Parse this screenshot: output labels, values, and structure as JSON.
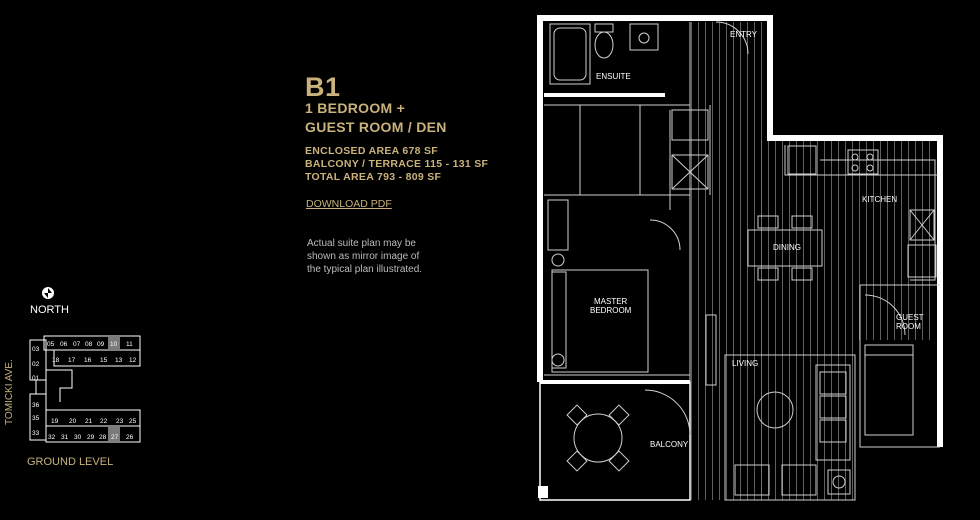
{
  "unit": {
    "name": "B1",
    "line1": "1 BEDROOM +",
    "line2": "GUEST ROOM / DEN",
    "enclosed": "ENCLOSED AREA 678 SF",
    "balcony": "BALCONY / TERRACE 115 - 131 SF",
    "total": "TOTAL AREA 793 - 809 SF",
    "download": "DOWNLOAD PDF",
    "note1": "Actual suite plan may be",
    "note2": "shown as mirror image of",
    "note3": "the typical plan illustrated."
  },
  "keyplan": {
    "north": "NORTH",
    "street": "TOMICKI AVE.",
    "level": "GROUND LEVEL",
    "top_row": [
      "05",
      "06",
      "07",
      "08",
      "09",
      "10",
      "11"
    ],
    "mid_row": [
      "18",
      "17",
      "16",
      "15",
      "13",
      "12"
    ],
    "bottom_top": [
      "19",
      "20",
      "21",
      "22",
      "23",
      "25"
    ],
    "bottom_row": [
      "32",
      "31",
      "30",
      "29",
      "28",
      "27",
      "26"
    ],
    "left_col": [
      "03",
      "02",
      "01"
    ],
    "left_low": [
      "36",
      "35",
      "33"
    ],
    "highlight": "#7a7a7a"
  },
  "rooms": {
    "entry": "ENTRY",
    "ensuite": "ENSUITE",
    "kitchen": "KITCHEN",
    "dining": "DINING",
    "master1": "MASTER",
    "master2": "BEDROOM",
    "guest1": "GUEST",
    "guest2": "ROOM",
    "living": "LIVING",
    "balcony": "BALCONY"
  },
  "colors": {
    "gold": "#c9b27c",
    "wall": "#ffffff",
    "line": "#d0d0d0"
  }
}
